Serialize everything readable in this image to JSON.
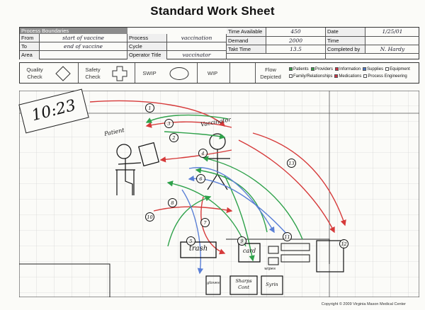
{
  "title": "Standard Work Sheet",
  "header": {
    "band": "Process Boundaries",
    "from_label": "From",
    "from_value": "start of vaccine",
    "to_label": "To",
    "to_value": "end of vaccine",
    "area_label": "Area",
    "process_label": "Process",
    "process_value": "vaccination",
    "cycle_label": "Cycle",
    "operator_label": "Operator Title",
    "operator_value": "vaccinator",
    "time_available_label": "Time Available",
    "time_available_value": "450",
    "demand_label": "Demand",
    "demand_value": "2000",
    "takt_label": "Takt Time",
    "takt_value": "13.5",
    "date_label": "Date",
    "date_value": "1/25/01",
    "time_label": "Time",
    "completed_label": "Completed by",
    "completed_value": "N. Hardy"
  },
  "symbols": {
    "quality": "Quality Check",
    "safety": "Safety Check",
    "swip": "SWIP",
    "wip": "WIP",
    "flow": "Flow Depicted",
    "legend": [
      "Patients",
      "Providers",
      "Information",
      "Supplies",
      "Equipment",
      "Family/Relationships",
      "Medications",
      "Process Engineering"
    ],
    "legend_colors": [
      "#3aa04a",
      "#3aa04a",
      "#cc3344",
      "#4a78c8",
      "#ffffff",
      "#ffffff",
      "#cc3344",
      "#ffffff"
    ]
  },
  "drawing": {
    "time": "10:23",
    "patient_label": "Patient",
    "vaccinator_label": "Vaccinator",
    "trash_label": "trash",
    "card_label": "card",
    "sharps_label": "Sharps Cont",
    "syringes_label": "Syrin",
    "gloves_label": "gloves",
    "wipes_label": "wipes",
    "step_numbers": [
      "1",
      "2",
      "3",
      "4",
      "5",
      "6",
      "7",
      "8",
      "9",
      "10",
      "11",
      "12",
      "13"
    ],
    "colors": {
      "red": "#d63a3a",
      "green": "#2ea14a",
      "blue": "#5a7fd6"
    }
  },
  "copyright": "Copyright © 2009 Virginia Mason Medical Center"
}
